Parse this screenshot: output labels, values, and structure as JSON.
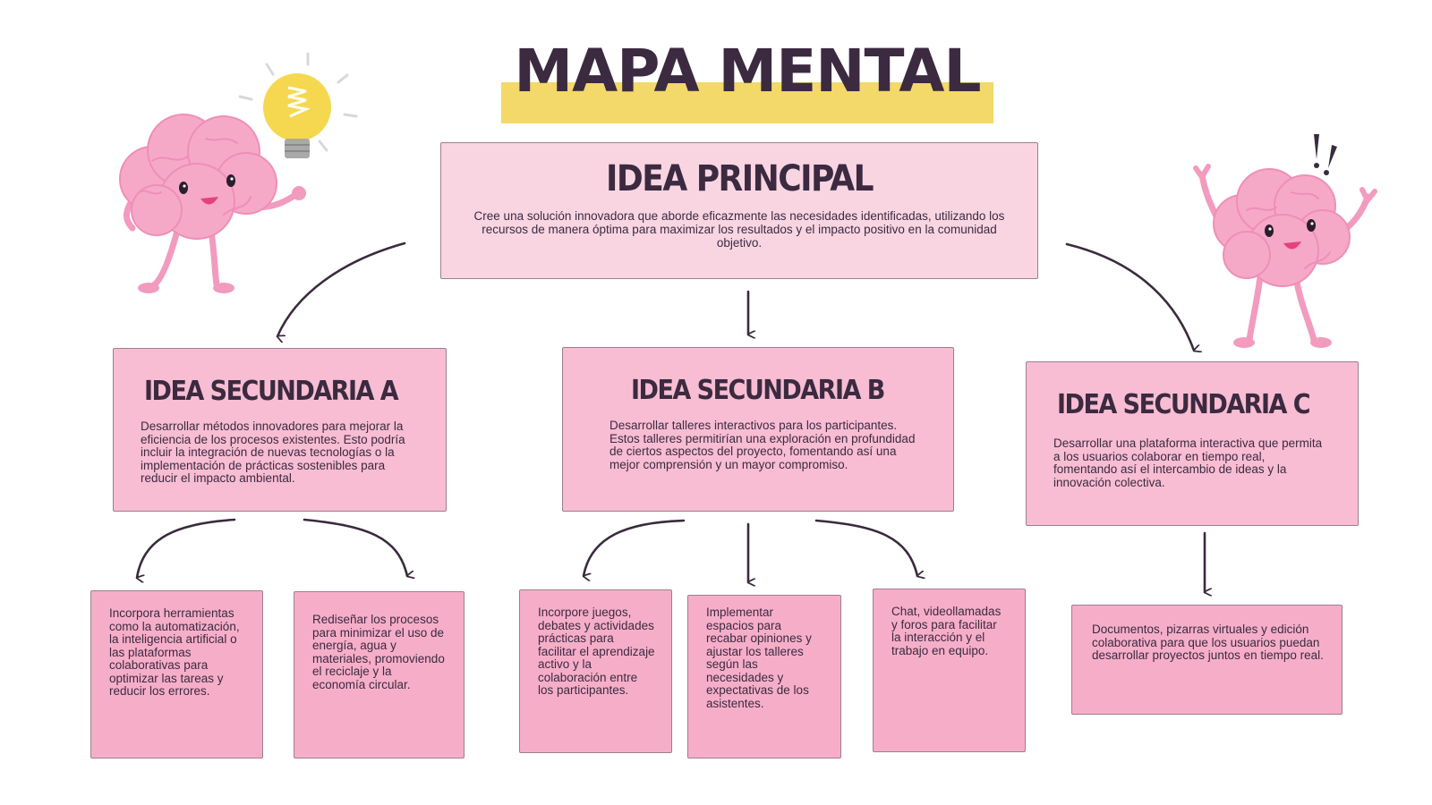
{
  "title": "MAPA MENTAL",
  "main": {
    "title": "IDEA PRINCIPAL",
    "text": "Cree una solución innovadora que aborde eficazmente las necesidades identificadas, utilizando los recursos de manera óptima para maximizar los resultados y el impacto positivo en la comunidad objetivo."
  },
  "secondary": [
    {
      "title": "IDEA SECUNDARIA A",
      "text": "Desarrollar métodos innovadores para mejorar la eficiencia de los procesos existentes. Esto podría incluir la integración de nuevas tecnologías o la implementación de prácticas sostenibles para reducir el impacto ambiental."
    },
    {
      "title": "IDEA SECUNDARIA B",
      "text": "Desarrollar talleres interactivos para los participantes. Estos talleres permitirían una exploración en profundidad de ciertos aspectos del proyecto, fomentando así una mejor comprensión y un mayor compromiso."
    },
    {
      "title": "IDEA SECUNDARIA C",
      "text": "Desarrollar una plataforma interactiva que permita a los usuarios colaborar en tiempo real, fomentando así el intercambio de ideas y la innovación colectiva."
    }
  ],
  "leaves": {
    "a1": "Incorpora herramientas como la automatización, la inteligencia artificial o las plataformas colaborativas para optimizar las tareas y reducir los errores.",
    "a2": "Rediseñar los procesos para minimizar el uso de energía, agua y materiales, promoviendo el reciclaje y la economía circular.",
    "b1": "Incorpore juegos, debates y actividades prácticas para facilitar el aprendizaje activo y la colaboración entre los participantes.",
    "b2": "Implementar espacios para recabar opiniones y ajustar los talleres según las necesidades y expectativas de los asistentes.",
    "b3": "Chat, videollamadas y foros para facilitar la interacción y el trabajo en equipo.",
    "c1": "Documentos, pizarras virtuales y edición colaborativa para que los usuarios puedan desarrollar proyectos juntos en tiempo real."
  },
  "colors": {
    "title_band": "#f3d86a",
    "main_box": "#f9d5e2",
    "secondary_box": "#f8bdd2",
    "leaf_box": "#f6aec8",
    "text": "#3b2a40",
    "brain": "#f6a9c7"
  },
  "icons": [
    "brain-mascot-icon",
    "lightbulb-icon",
    "exclamation-icon"
  ]
}
